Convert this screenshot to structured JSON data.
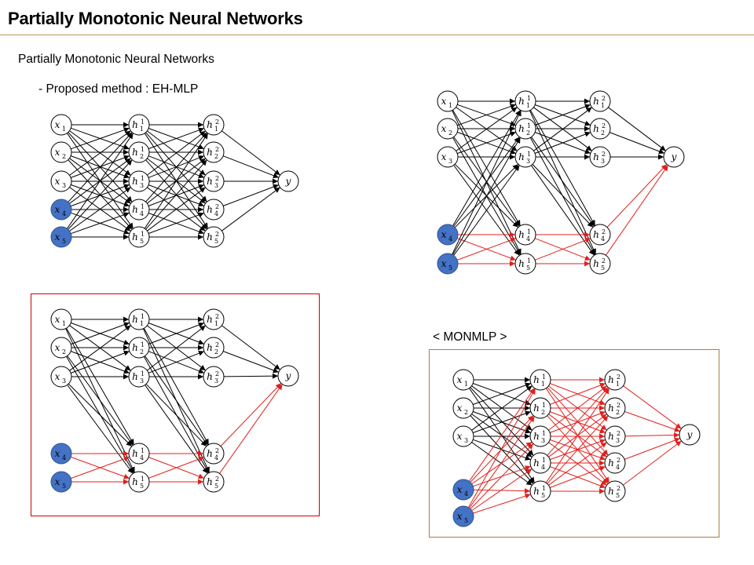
{
  "slide": {
    "title": "Partially Monotonic Neural Networks",
    "subtitle": "Partially Monotonic Neural Networks",
    "bullet": "- Proposed method : EH-MLP",
    "monmlp_label": "< MONMLP >"
  },
  "colors": {
    "monotonic_node_fill": "#4472c4",
    "plain_node_fill": "#ffffff",
    "black_edge": "#000000",
    "red_edge": "#e0201c",
    "frame_red": "#cc0000",
    "frame_brown": "#b07840",
    "title_rule": "#c09060"
  },
  "legend_note": "",
  "diagrams": [
    {
      "name": "eh-mlp-dense",
      "input_labels": [
        "x1",
        "x2",
        "x3",
        "x4",
        "x5"
      ],
      "hidden1_labels": [
        "h1_1",
        "h1_2",
        "h1_3",
        "h1_4",
        "h1_5"
      ],
      "hidden2_labels": [
        "h2_1",
        "h2_2",
        "h2_3",
        "h2_4",
        "h2_5"
      ],
      "output_label": "y",
      "monotonic_inputs": [
        "x4",
        "x5"
      ]
    },
    {
      "name": "eh-mlp-split-top-right",
      "input_labels": [
        "x1",
        "x2",
        "x3",
        "x4",
        "x5"
      ],
      "hidden1_labels": [
        "h1_1",
        "h1_2",
        "h1_3",
        "h1_4",
        "h1_5"
      ],
      "hidden2_labels": [
        "h2_1",
        "h2_2",
        "h2_3",
        "h2_4",
        "h2_5"
      ],
      "output_label": "y",
      "monotonic_inputs": [
        "x4",
        "x5"
      ]
    },
    {
      "name": "eh-mlp-split-bottom-left",
      "input_labels": [
        "x1",
        "x2",
        "x3",
        "x4",
        "x5"
      ],
      "hidden1_labels": [
        "h1_1",
        "h1_2",
        "h1_3",
        "h1_4",
        "h1_5"
      ],
      "hidden2_labels": [
        "h2_1",
        "h2_2",
        "h2_3",
        "h2_4",
        "h2_5"
      ],
      "output_label": "y",
      "monotonic_inputs": [
        "x4",
        "x5"
      ]
    },
    {
      "name": "monmlp",
      "input_labels": [
        "x1",
        "x2",
        "x3",
        "x4",
        "x5"
      ],
      "hidden1_labels": [
        "h1_1",
        "h1_2",
        "h1_3",
        "h1_4",
        "h1_5"
      ],
      "hidden2_labels": [
        "h2_1",
        "h2_2",
        "h2_3",
        "h2_4",
        "h2_5"
      ],
      "output_label": "y",
      "monotonic_inputs": [
        "x4",
        "x5"
      ]
    }
  ]
}
